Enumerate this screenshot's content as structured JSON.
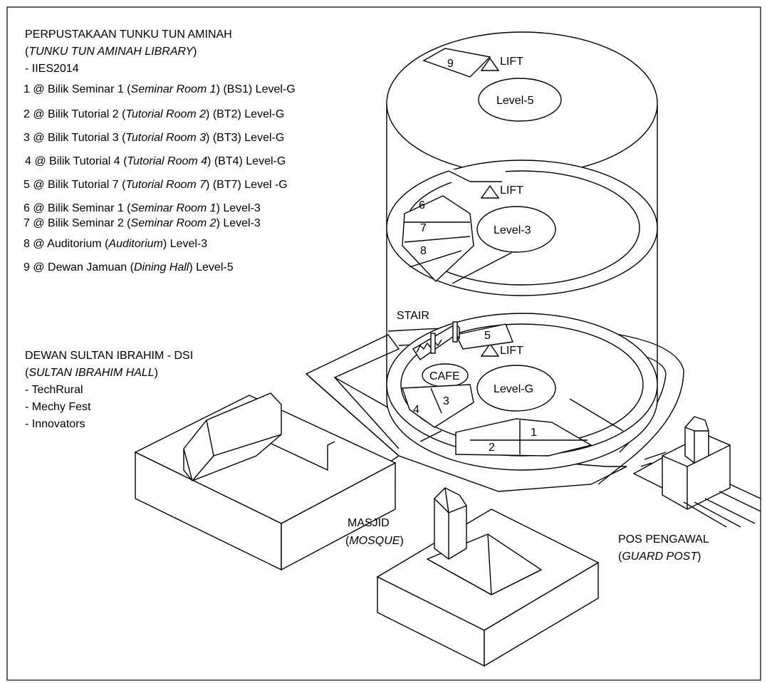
{
  "library_header": {
    "title": "PERPUSTAKAAN TUNKU TUN AMINAH",
    "subtitle_open": "(",
    "subtitle": "TUNKU TUN AMINAH LIBRARY",
    "subtitle_close": ")",
    "event": "- IIES2014"
  },
  "legend": [
    {
      "pre": "1 @ Bilik Seminar 1 (",
      "it": "Seminar Room 1",
      "post": ") (BS1) Level-G"
    },
    {
      "pre": "2 @ Bilik Tutorial 2 (",
      "it": "Tutorial Room 2",
      "post": ") (BT2) Level-G"
    },
    {
      "pre": "3 @ Bilik Tutorial 3 (",
      "it": "Tutorial Room 3",
      "post": ") (BT3) Level-G"
    },
    {
      "pre": "4 @ Bilik Tutorial 4 (",
      "it": "Tutorial Room 4",
      "post": ") (BT4) Level-G"
    },
    {
      "pre": "5 @ Bilik Tutorial 7 (",
      "it": "Tutorial Room 7",
      "post": ") (BT7) Level -G"
    },
    {
      "pre": "6 @ Bilik Seminar 1 (",
      "it": "Seminar Room 1",
      "post": ") Level-3"
    },
    {
      "pre": "7 @ Bilik Seminar 2 (",
      "it": "Seminar Room 2",
      "post": ") Level-3"
    },
    {
      "pre": "8 @ Auditorium (",
      "it": "Auditorium",
      "post": ") Level-3"
    },
    {
      "pre": "9 @ Dewan Jamuan (",
      "it": "Dining Hall",
      "post": ") Level-5"
    }
  ],
  "dsi": {
    "title": "DEWAN SULTAN IBRAHIM - DSI",
    "subtitle_open": "(",
    "subtitle": "SULTAN IBRAHIM HALL",
    "subtitle_close": ")",
    "events": [
      "- TechRural",
      "- Mechy Fest",
      "- Innovators"
    ]
  },
  "masjid": {
    "name": "MASJID",
    "open": "(",
    "sub": "MOSQUE",
    "close": ")"
  },
  "guard": {
    "name": "POS PENGAWAL",
    "open": "(",
    "sub": "GUARD POST",
    "close": ")"
  },
  "floors": {
    "level5": {
      "label": "Level-5",
      "lift": "LIFT",
      "rooms": [
        "9"
      ]
    },
    "level3": {
      "label": "Level-3",
      "lift": "LIFT",
      "rooms": [
        "6",
        "7",
        "8"
      ]
    },
    "levelG": {
      "label": "Level-G",
      "lift": "LIFT",
      "cafe": "CAFE",
      "stair": "STAIR",
      "rooms": [
        "1",
        "2",
        "3",
        "4",
        "5"
      ]
    }
  }
}
